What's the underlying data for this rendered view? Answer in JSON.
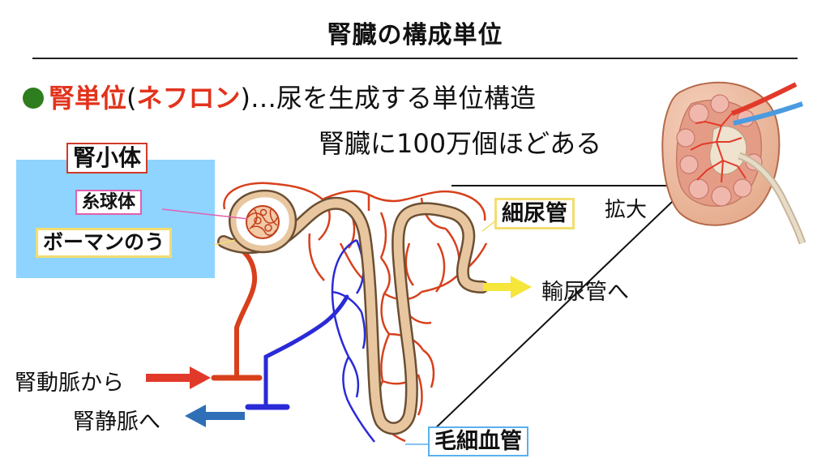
{
  "title": "腎臓の構成単位",
  "headline": {
    "bullet_color": "#2e7d1e",
    "term": "腎単位",
    "paren_open": "(",
    "term_alt": "ネフロン",
    "paren_close": ")",
    "description": "…尿を生成する単位構造"
  },
  "subline": "腎臓に100万個ほどある",
  "labels": {
    "renal_corpuscle": "腎小体",
    "glomerulus": "糸球体",
    "bowman_capsule": "ボーマンのう",
    "renal_tubule": "細尿管",
    "capillary": "毛細血管",
    "enlarge": "拡大",
    "to_ureter": "輸尿管へ",
    "from_renal_artery": "腎動脈から",
    "to_renal_vein": "腎静脈へ"
  },
  "colors": {
    "accent_red": "#e2331c",
    "artery": "#d8401c",
    "vein": "#2a2ad8",
    "tubule_fill": "#e8c7a0",
    "tubule_outline": "#6b4f33",
    "renal_corpuscle_bg": "#8fd4ff",
    "corpuscle_border": "#d23a2a",
    "glomerulus_border": "#e060b0",
    "bowman_border": "#f2dd70",
    "tubule_label_border": "#f2dd70",
    "capillary_border": "#5ab0ee",
    "arrow_yellow": "#f6e53a",
    "arrow_red": "#e23a2a",
    "arrow_blue": "#2f6fb8"
  }
}
